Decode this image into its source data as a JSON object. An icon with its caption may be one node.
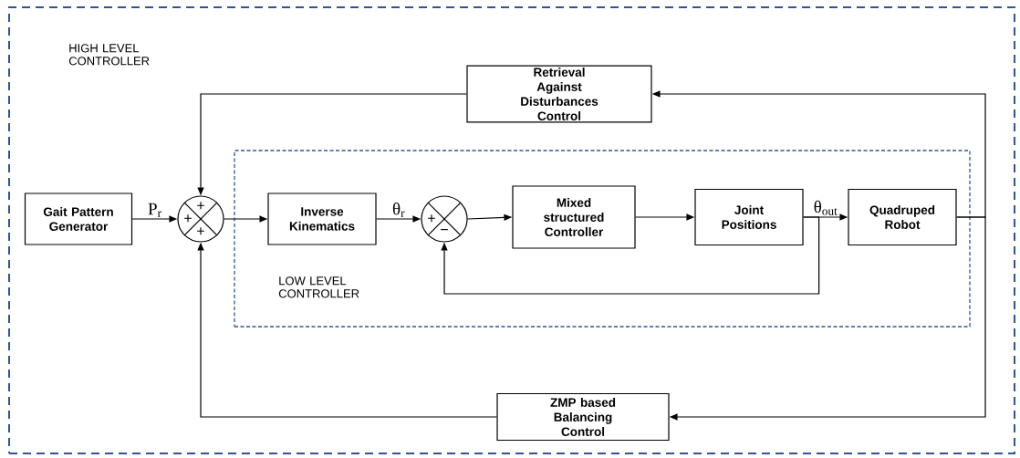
{
  "diagram": {
    "nodes": [
      {
        "text": [
          "HIGH LEVEL CONTROLLER"
        ]
      },
      {
        "text": [
          "LOW LEVEL CONTROLLER"
        ],
        "in": 0
      },
      {
        "text": [
          "Gait Pattern Generator"
        ],
        "in": 0
      },
      {
        "text": [
          "Retrieval Against Disturbances Control"
        ],
        "in": 0
      },
      {
        "text": [
          "+",
          "+",
          "+"
        ],
        "in": 0
      },
      {
        "text": [
          "Inverse Kinematics"
        ],
        "in": 1
      },
      {
        "text": [
          "+",
          "−"
        ],
        "in": 1
      },
      {
        "text": [
          "Mixed structured Controller"
        ],
        "in": 1
      },
      {
        "text": [
          "Joint Positions"
        ],
        "in": 1
      },
      {
        "text": [
          "Quadruped Robot"
        ],
        "in": 1
      },
      {
        "text": [
          "ZMP based Balancing Control"
        ],
        "in": 0
      }
    ],
    "edges": [
      {
        "from": 2,
        "to": 4,
        "arrow": "to",
        "label": "P$_{r}$"
      },
      {
        "from": 3,
        "to": 4,
        "arrow": "to"
      },
      {
        "from": 10,
        "to": 4,
        "arrow": "to"
      },
      {
        "from": 4,
        "to": 5,
        "arrow": "to"
      },
      {
        "from": 5,
        "to": 6,
        "arrow": "to",
        "label": "θ$_{r}$"
      },
      {
        "from": 6,
        "to": 7,
        "arrow": "to"
      },
      {
        "from": 7,
        "to": 8,
        "arrow": "to"
      },
      {
        "from": 8,
        "to": 9,
        "arrow": "to",
        "label": "θ$_{out}$"
      },
      {
        "from": 8,
        "to": 6,
        "arrow": "to"
      },
      {
        "from": 9,
        "to": 3,
        "arrow": "to"
      },
      {
        "from": 9,
        "to": 10,
        "arrow": "to"
      }
    ]
  }
}
